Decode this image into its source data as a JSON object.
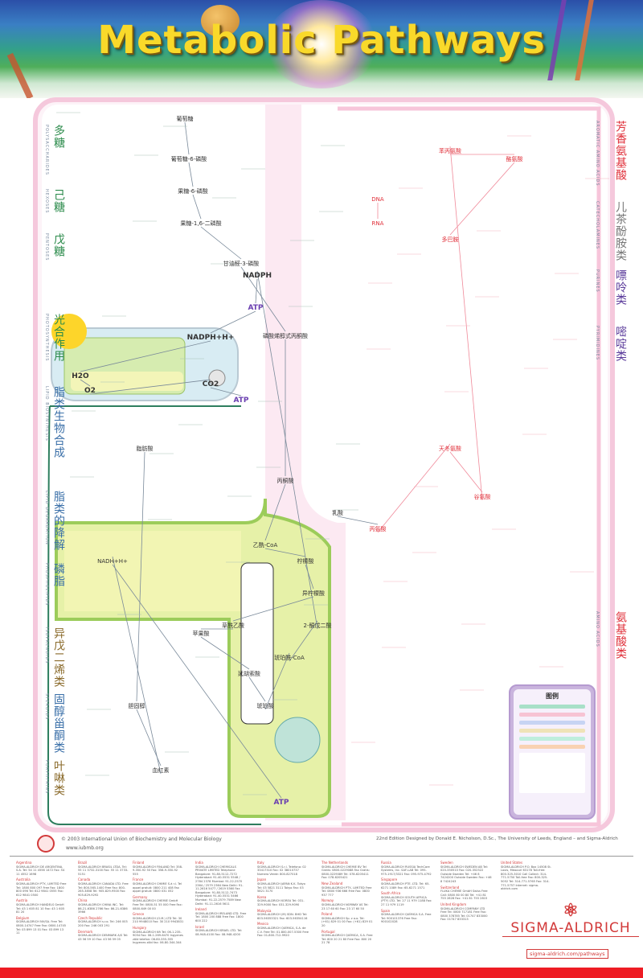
{
  "header": {
    "title": "Metabolic Pathways"
  },
  "side_labels_left": [
    {
      "zh": "多糖",
      "en": "POLYSACCHARIDES",
      "color": "#2a8a4a"
    },
    {
      "zh": "己糖",
      "en": "HEXOSES",
      "color": "#2a8a4a"
    },
    {
      "zh": "戊糖",
      "en": "PENTOSES",
      "color": "#2a8a4a"
    },
    {
      "zh": "光合作用",
      "en": "PHOTOSYNTHESIS",
      "color": "#2a8a4a"
    },
    {
      "zh": "脂类生物合成",
      "en": "LIPID BIOSYNTHESIS",
      "color": "#3a6fa8"
    },
    {
      "zh": "脂类的降解",
      "en": "LIPID DEGRADATION",
      "color": "#3a6fa8"
    },
    {
      "zh": "磷脂",
      "en": "PHOSPHOLIPIDS",
      "color": "#3a6fa8"
    },
    {
      "zh": "异戊二烯类",
      "en": "ISOPRENOIDS",
      "color": "#8a6a2a"
    },
    {
      "zh": "固醇甾酮类",
      "en": "STEROIDS",
      "color": "#3a6fa8"
    },
    {
      "zh": "叶啉类",
      "en": "PORPHYRINS",
      "color": "#8a6a2a"
    }
  ],
  "side_labels_right": [
    {
      "zh": "芳香氨基酸",
      "en": "AROMATIC AMINO ACIDS",
      "color": "#e0303a"
    },
    {
      "zh": "儿茶酚胺类",
      "en": "CATECHOLAMINES",
      "color": "#777777"
    },
    {
      "zh": "嘌呤类",
      "en": "PURINES",
      "color": "#5a3a9a"
    },
    {
      "zh": "嘧啶类",
      "en": "PYRIMIDINES",
      "color": "#5a3a9a"
    },
    {
      "zh": "氨基酸类",
      "en": "AMINO ACIDS",
      "color": "#e0303a"
    }
  ],
  "nodes": [
    "葡萄糖",
    "葡萄糖-6-磷酸",
    "果糖-6-磷酸",
    "果糖-1,6-二磷酸",
    "甘油醛-3-磷酸",
    "磷酸烯醇式丙酮酸",
    "丙酮酸",
    "乙酰-CoA",
    "柠檬酸",
    "异柠檬酸",
    "草酰乙酸",
    "苹果酸",
    "延胡索酸",
    "琥珀酸",
    "琥珀酰-CoA",
    "2-酮戊二酸",
    "NADPH",
    "ATP",
    "NADPH+H+",
    "H2O",
    "O2",
    "CO2",
    "ATP",
    "DNA",
    "RNA",
    "乳酸",
    "丙氨酸",
    "天冬氨酸",
    "谷氨酸",
    "苯丙氨酸",
    "酪氨酸",
    "多巴胺",
    "脂肪酸",
    "胆固醇",
    "血红素",
    "NADH+H+",
    "ATP"
  ],
  "legend": {
    "title": "图例"
  },
  "footer": {
    "copyright": "© 2003 International Union of Biochemistry and Molecular Biology",
    "iubmb_url": "www.iubmb.org",
    "edition": "22nd Edition Designed by Donald E. Nicholson, D.Sc., The University of Leeds, England – and Sigma-Aldrich",
    "brand": "SIGMA-ALDRICH",
    "url": "sigma-aldrich.com/pathways",
    "columns": [
      [
        {
          "c": "Argentina",
          "t": "SIGMA-ALDRICH DE ARGENTINA, S.A. Tel: 54 11 4556 1472 Fax: 54 11 4552 1698"
        },
        {
          "c": "Australia",
          "t": "SIGMA-ALDRICH PTY., LIMITED Free Tel: 1800 800 097 Free Fax: 1800 800 096 Tel: 612 9841 0555 Fax: 612 9841 0500"
        },
        {
          "c": "Austria",
          "t": "SIGMA-ALDRICH HANDELS GmbH Tel: 43 1 605 81 10 Fax: 43 1 605 81 20"
        },
        {
          "c": "Belgium",
          "t": "SIGMA-ALDRICH NV/SA. Free Tel: 0800-14747 Free Fax: 0800-14745 Tel: 03 899 13 01 Fax: 03 899 13 11"
        }
      ],
      [
        {
          "c": "Brazil",
          "t": "SIGMA-ALDRICH BRASIL LTDA. Tel: 55 11 3732-3100 Fax: 55 11 3733-5151"
        },
        {
          "c": "Canada",
          "t": "SIGMA-ALDRICH CANADA LTD. Free Tel: 800-565-1400 Free Fax: 800-265-3858 Tel: 905-829-9500 Fax: 905-829-9292"
        },
        {
          "c": "China",
          "t": "SIGMA-ALDRICH CHINA INC. Tel: 86-21-6386 2766 Fax: 86-21-6386 3966"
        },
        {
          "c": "Czech Republic",
          "t": "SIGMA-ALDRICH s.r.o. Tel: 246 003 200 Fax: 246 003 291"
        },
        {
          "c": "Denmark",
          "t": "SIGMA-ALDRICH DENMARK A/S Tel: 43 56 59 10 Fax: 43 56 59 05"
        }
      ],
      [
        {
          "c": "Finland",
          "t": "SIGMA-ALDRICH FINLAND Tel: 358-9-350-92 50 Fax: 358-9-350-92 555"
        },
        {
          "c": "France",
          "t": "SIGMA-ALDRICH CHIMIE S.à r.l. Tel appel gratuit: 0800 211 408 Fax appel gratuit: 0800 031 052"
        },
        {
          "c": "Germany",
          "t": "SIGMA-ALDRICH CHEMIE GmbH Free Tel: 0800-51 55 000 Free Fax: 0800-649 00 00"
        },
        {
          "c": "Greece",
          "t": "SIGMA-ALDRICH (O.M.) LTD Tel: 30 210 9948010 Fax: 30 210 9943831"
        },
        {
          "c": "Hungary",
          "t": "SIGMA-ALDRICH Kft Tel: 06-1-235-9054 Fax: 06-1-269-6470 Ingyenes zöld telefon: 06-80-355-355 Ingyenes zöld fax: 06-80-344-344"
        }
      ],
      [
        {
          "c": "India",
          "t": "SIGMA-ALDRICH CHEMICALS PRIVATE LIMITED Telephone Bangalore: 91-80-5112-7272 Hyderabad: 91-40-5531 5548 / 2784 2378 Mumbai: 91-22-2570 2364 / 2579 2364 New Delhi: 91-11-2616 5477 / 2619 5360 Fax Bangalore: 91-80-5112-7473 Hyderabad: 91-40-5531 5466 Mumbai: 91-22-2579 7589 New Delhi: 91-11-2616 5611"
        },
        {
          "c": "Ireland",
          "t": "SIGMA-ALDRICH IRELAND LTD. Free Tel: 1800 200 888 Free Fax: 1800 600 222"
        },
        {
          "c": "Israel",
          "t": "SIGMA-ALDRICH ISRAEL LTD. Tel: 08-948-4100 Fax: 08-948-4200"
        }
      ],
      [
        {
          "c": "Italy",
          "t": "SIGMA-ALDRICH S.r.l. Telefono: 02 33417310 Fax: 02 38010737 Numero Verde: 800-827018"
        },
        {
          "c": "Japan",
          "t": "SIGMA-ALDRICH JAPAN K.K. Tokyo Tel: 03 5821 3111 Tokyo Fax: 03 5821 3170"
        },
        {
          "c": "Korea",
          "t": "SIGMA-ALDRICH KOREA Tel: 031-329-9000 Fax: 031-329-9090"
        },
        {
          "c": "Malaysia",
          "t": "SIGMA-ALDRICH (M) SDN. BHD Tel: 603-56353321 Fax: 603-56354116"
        },
        {
          "c": "Mexico",
          "t": "SIGMA-ALDRICH QUÍMICA, S.A. de C.V. Free Tel: 01-800-007-5300 Free Fax: 01-800-712-9920"
        }
      ],
      [
        {
          "c": "The Netherlands",
          "t": "SIGMA-ALDRICH CHEMIE BV Tel Gratis: 0800-0229088 Fax Gratis: 0800-0229089 Tel: 078-6205411 Fax: 078-6205421"
        },
        {
          "c": "New Zealand",
          "t": "SIGMA-ALDRICH PTY., LIMITED Free Tel: 0800 936 666 Free Fax: 0800 937 777"
        },
        {
          "c": "Norway",
          "t": "SIGMA-ALDRICH NORWAY AS Tel: 23 17 60 60 Fax: 23 17 60 50"
        },
        {
          "c": "Poland",
          "t": "SIGMA-ALDRICH Sp. z o.o. Tel: (+61) 829 01 00 Fax: (+61) 829 01 20"
        },
        {
          "c": "Portugal",
          "t": "SIGMA-ALDRICH QUÍMICA, S.A. Free Tel: 800 20 21 80 Free Fax: 800 20 21 78"
        }
      ],
      [
        {
          "c": "Russia",
          "t": "SIGMA-ALDRICH RUSSIA TechCare Systems, Inc. SAF-LAB Tel: 095-975-1917/3321 Fax: 095-975-4792"
        },
        {
          "c": "Singapore",
          "t": "SIGMA-ALDRICH PTE. LTD. Tel: 65-6271 1089 Fax: 65-6271 1571"
        },
        {
          "c": "South Africa",
          "t": "SIGMA-ALDRICH SOUTH AFRICA (PTY) LTD. Tel: 27 11 979 1188 Fax: 27 11 979 1119"
        },
        {
          "c": "Spain",
          "t": "SIGMA-ALDRICH QUÍMICA S.A. Free Tel: 900101376 Free Fax: 900102028"
        }
      ],
      [
        {
          "c": "Sweden",
          "t": "SIGMA-ALDRICH SWEDEN AB Tel: 020-350510 Fax: 020-352522 Outside Sweden Tel: +46 8 7424200 Outside Sweden Fax: +46 8 7424243"
        },
        {
          "c": "Switzerland",
          "t": "FLUKA CHEMIE GmbH Swiss Free Call: 0800 80 00 80 Tel: +41 81 755 2828 Fax: +41 81 755 2815"
        },
        {
          "c": "United Kingdom",
          "t": "SIGMA-ALDRICH COMPANY LTD Free Tel: 0800 717181 Free Fax: 0800 378785 Tel: 01747 833000 Fax: 01747 833313"
        }
      ],
      [
        {
          "c": "United States",
          "t": "SIGMA-ALDRICH P.O. Box 14508 St. Louis, Missouri 63178 Toll-free: 800-325-3010 Call Collect: 314-771-5750 Toll-free Fax: 800-325-5052 Tel: 314-771-5765 Fax: 314-771-5757 Internet: sigma-aldrich.com"
        }
      ]
    ]
  }
}
